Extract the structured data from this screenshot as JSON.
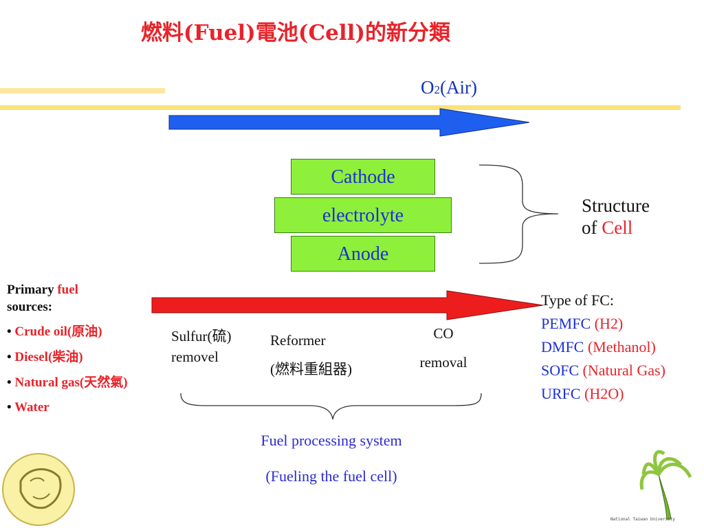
{
  "slide": {
    "title": "燃料(Fuel)電池(Cell)的新分類",
    "o2_label": "O",
    "o2_sub": "2",
    "o2_suffix": "(Air)",
    "cell_layers": [
      "Cathode",
      "electrolyte",
      "Anode"
    ],
    "structure_line1": "Structure",
    "structure_of": "of ",
    "structure_cell": "Cell",
    "primary_heading_a": "Primary ",
    "primary_heading_fuel": "fuel",
    "primary_heading_b": "sources:",
    "primary_items": [
      "Crude oil(原油)",
      "Diesel(柴油)",
      "Natural gas(天然氣)",
      "Water"
    ],
    "bullet": "•",
    "steps": {
      "sulfur_1": "Sulfur(硫)",
      "sulfur_2": "removel",
      "reformer_1": "Reformer",
      "reformer_2": "(燃料重組器)",
      "co_1": "CO",
      "co_2": "removal"
    },
    "fps_line1": "Fuel processing system",
    "fps_line2": "(Fueling the fuel cell)",
    "fc_type_heading": "Type of FC:",
    "fc_types": [
      {
        "name": "PEMFC",
        "fuel": "H2"
      },
      {
        "name": "DMFC",
        "fuel": "Methanol"
      },
      {
        "name": "SOFC",
        "fuel": "Natural Gas"
      },
      {
        "name": "URFC",
        "fuel": "H2O"
      }
    ],
    "university": "National Taiwan University",
    "colors": {
      "title": "#e8232a",
      "o2_arrow": "#1f5ff0",
      "fuel_arrow": "#ee1d1d",
      "layer_fill": "#8ef03a",
      "accent_yellow": "#fbe27a"
    }
  }
}
